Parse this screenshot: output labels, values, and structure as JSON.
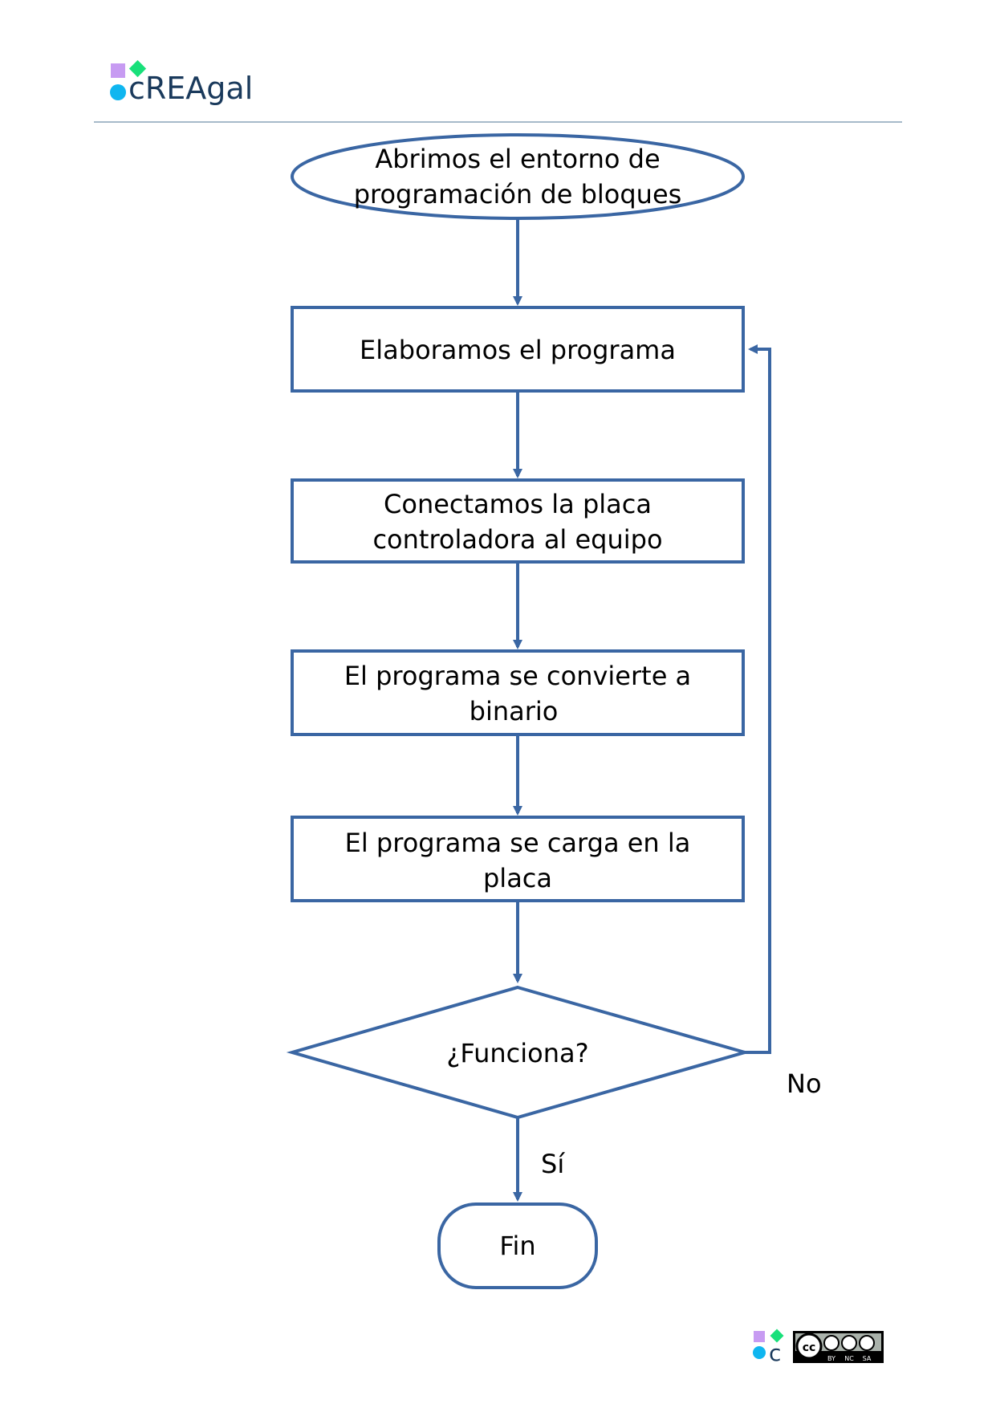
{
  "header": {
    "logo_text": "cREAgal",
    "logo_colors": {
      "square": "#c79bf2",
      "diamond": "#18e07a",
      "circle": "#0fb6f0",
      "text": "#1a3a5c"
    },
    "rule_color": "#8aa3b8"
  },
  "flowchart": {
    "stroke_color": "#3a66a3",
    "nodes": {
      "start": {
        "shape": "terminal-ellipse",
        "lines": [
          "Abrimos el entorno de",
          "programación de bloques"
        ]
      },
      "elaborate": {
        "shape": "process",
        "lines": [
          "Elaboramos el programa"
        ]
      },
      "connect": {
        "shape": "process",
        "lines": [
          "Conectamos la placa",
          "controladora al equipo"
        ]
      },
      "convert": {
        "shape": "process",
        "lines": [
          "El programa se convierte a",
          "binario"
        ]
      },
      "load": {
        "shape": "process",
        "lines": [
          "El programa se carga en la",
          "placa"
        ]
      },
      "decision": {
        "shape": "decision",
        "lines": [
          "¿Funciona?"
        ]
      },
      "end": {
        "shape": "terminal-rounded",
        "lines": [
          "Fin"
        ]
      }
    },
    "edges": [
      {
        "from": "start",
        "to": "elaborate",
        "label": ""
      },
      {
        "from": "elaborate",
        "to": "connect",
        "label": ""
      },
      {
        "from": "connect",
        "to": "convert",
        "label": ""
      },
      {
        "from": "convert",
        "to": "load",
        "label": ""
      },
      {
        "from": "load",
        "to": "decision",
        "label": ""
      },
      {
        "from": "decision",
        "to": "end",
        "label": "Sí"
      },
      {
        "from": "decision",
        "to": "elaborate",
        "label": "No"
      }
    ]
  },
  "footer": {
    "logo_small_text": "c",
    "license": {
      "badge": "cc-by-nc-sa-icon",
      "labels": [
        "BY",
        "NC",
        "SA"
      ]
    }
  }
}
